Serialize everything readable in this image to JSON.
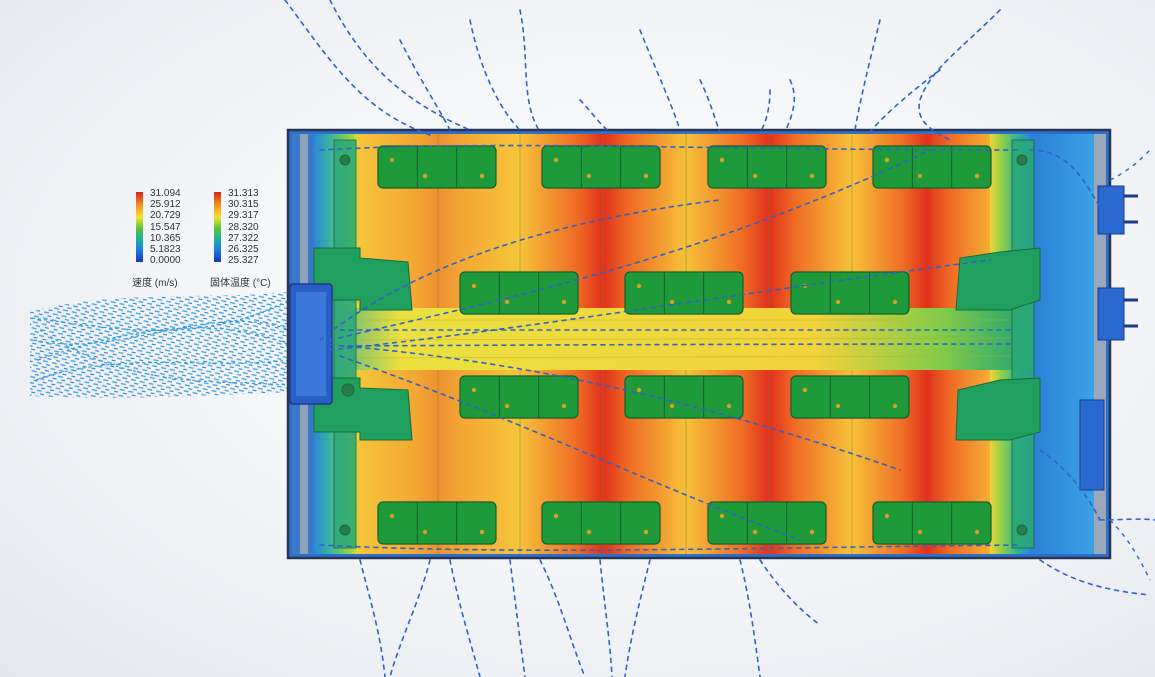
{
  "legends": {
    "velocity": {
      "unit": "速度 (m/s)",
      "values": [
        "31.094",
        "25.912",
        "20.729",
        "15.547",
        "10.365",
        "5.1823",
        "0.0000"
      ]
    },
    "temperature": {
      "unit": "固体温度 (°C)",
      "values": [
        "31.313",
        "30.315",
        "29.317",
        "28.320",
        "27.322",
        "26.325",
        "25.327"
      ]
    }
  },
  "colors": {
    "enclosure_edge": "#2a3550",
    "module_pad": "#1f9a3a",
    "hot": "#e8321e",
    "warm": "#f39a28",
    "mid": "#f5d93a",
    "cool": "#33b07a",
    "cold": "#1e64d2",
    "streamline": "#2f63c8",
    "inlet_particles": "#2a9fe0"
  },
  "icons": [
    "inlet-fan-icon",
    "outlet-connector-icon"
  ]
}
